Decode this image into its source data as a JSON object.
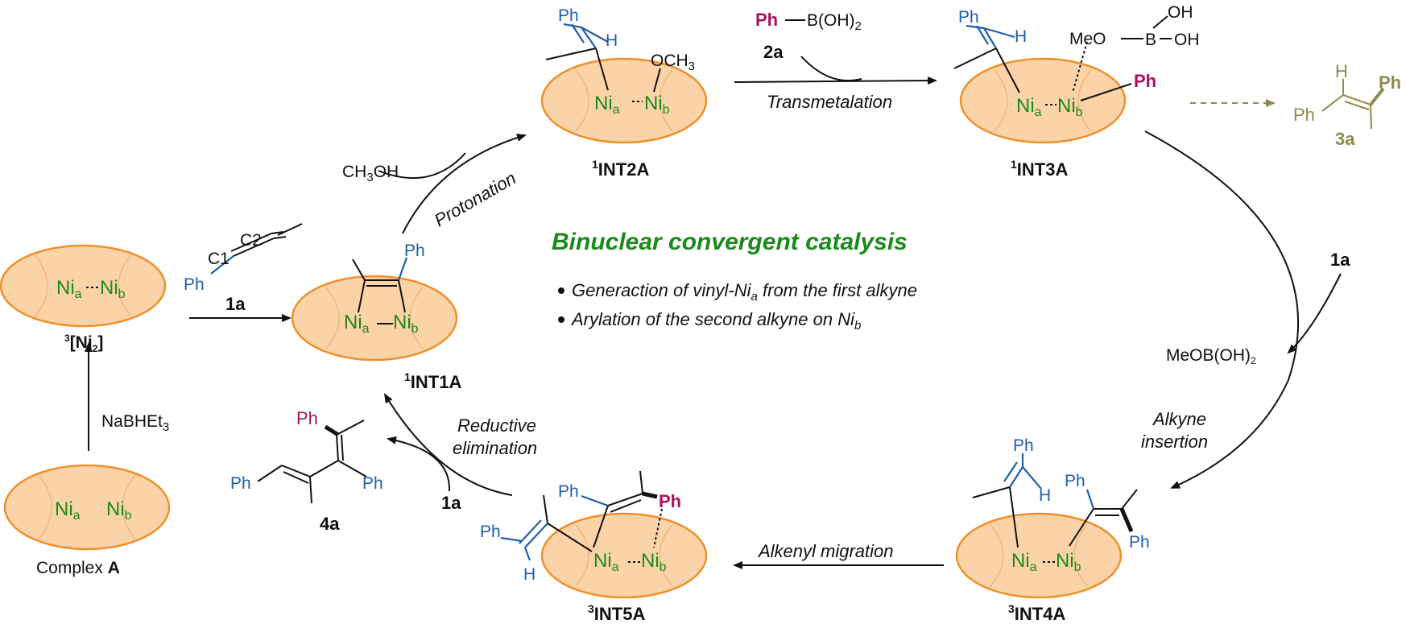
{
  "title": "Binuclear convergent catalysis",
  "bullets": [
    "Generaction of vinyl-Ni",
    "Arylation of the second alkyne on Ni"
  ],
  "bullet_subscripts": [
    "a",
    "b"
  ],
  "metal": {
    "ni": "Ni",
    "sub_a": "a",
    "sub_b": "b"
  },
  "labels": {
    "complex_prefix": "Complex ",
    "complex_bold": "A",
    "ni2_sup": "3",
    "ni2_body": "[Ni",
    "ni2_sub": "2",
    "ni2_close": "]",
    "int1_sup": "1",
    "int1": "INT1A",
    "int2_sup": "1",
    "int2": "INT2A",
    "int3_sup": "1",
    "int3": "INT3A",
    "int4_sup": "3",
    "int4": "INT4A",
    "int5_sup": "3",
    "int5": "INT5A",
    "p3a": "3a",
    "p4a": "4a",
    "r1a": "1a",
    "r2a": "2a"
  },
  "steps": {
    "protonation": "Protonation",
    "transmetalation": "Transmetalation",
    "alkyne_insertion_1": "Alkyne",
    "alkyne_insertion_2": "insertion",
    "alkenyl_migration": "Alkenyl migration",
    "reductive_1": "Reductive",
    "reductive_2": "elimination"
  },
  "reagents": {
    "nabhet3": "NaBHEt",
    "nabhet3_sub": "3",
    "ch3oh_pre": "CH",
    "ch3oh_sub": "3",
    "ch3oh_post": "OH",
    "meob_pre": "MeOB(OH)",
    "meob_sub": "2",
    "phboh_ph": "Ph",
    "phboh_b": "B(OH)",
    "phboh_sub": "2",
    "och3_pre": "OCH",
    "och3_sub": "3",
    "meo": "MeO",
    "b": "B",
    "oh": "OH",
    "c1": "C1",
    "c2": "C2",
    "ph": "Ph",
    "h": "H"
  },
  "colors": {
    "oval_fill": "#fbd3a8",
    "oval_stroke": "#f0902c",
    "nickel_green": "#1a8a1a",
    "phenyl_blue": "#1f5fa8",
    "aryl_magenta": "#a8125e",
    "product_olive": "#8b8b4a"
  }
}
